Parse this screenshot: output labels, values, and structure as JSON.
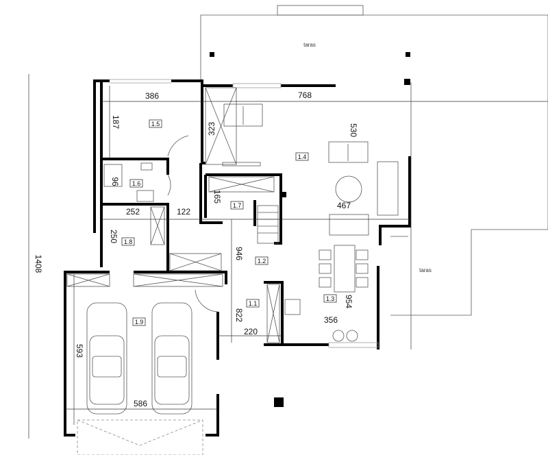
{
  "terraces": [
    "taras",
    "taras"
  ],
  "rooms": [
    "1.1",
    "1.2",
    "1.3",
    "1.4",
    "1.5",
    "1.6",
    "1.7",
    "1.8",
    "1.9"
  ],
  "dimensions": {
    "overall": "1408",
    "bedroom_width": "386",
    "bedroom_depth": "187",
    "wardrobe": "323",
    "living_width": "768",
    "living_depth": "530",
    "bath": "96",
    "stair_closet": "165",
    "utility_width": "252",
    "hall_width": "122",
    "living_span": "467",
    "utility_depth": "250",
    "hall_depth": "946",
    "kitchen_depth": "822",
    "dining_depth": "954",
    "kitchen_width": "356",
    "vestibule_width": "220",
    "garage_depth": "593",
    "garage_width": "586"
  },
  "colors": {
    "walls": "#000000",
    "lines": "#555555"
  }
}
